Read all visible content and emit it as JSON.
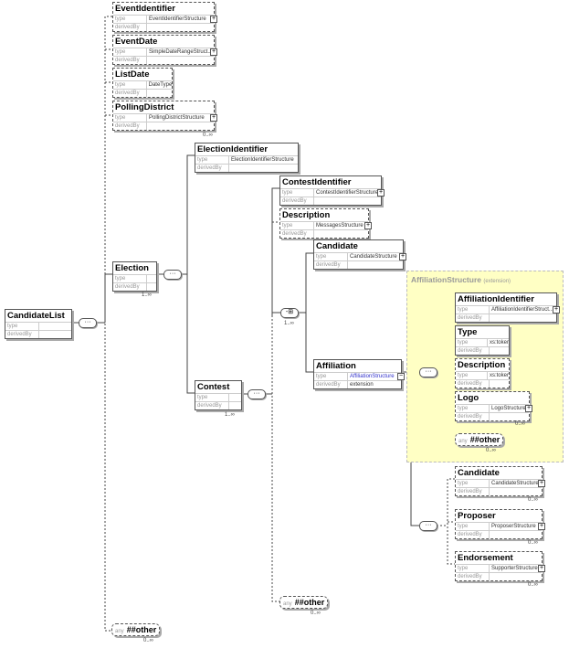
{
  "labels": {
    "type": "type",
    "derivedBy": "derivedBy",
    "any": "any"
  },
  "root": {
    "name": "CandidateList"
  },
  "event_identifier": {
    "name": "EventIdentifier",
    "type": "EventIdentifierStructure"
  },
  "event_date": {
    "name": "EventDate",
    "type": "SimpleDateRangeStruct..."
  },
  "list_date": {
    "name": "ListDate",
    "type": "DateType"
  },
  "polling_district": {
    "name": "PollingDistrict",
    "type": "PollingDistrictStructure",
    "occurs": "0..∞"
  },
  "election": {
    "name": "Election",
    "occurs": "1..∞"
  },
  "election_identifier": {
    "name": "ElectionIdentifier",
    "type": "ElectionIdentifierStructure"
  },
  "contest": {
    "name": "Contest",
    "occurs": "1..∞"
  },
  "contest_identifier": {
    "name": "ContestIdentifier",
    "type": "ContestIdentifierStructure"
  },
  "contest_description": {
    "name": "Description",
    "type": "MessagesStructure"
  },
  "choice": {
    "occurs": "1..∞"
  },
  "candidate": {
    "name": "Candidate",
    "type": "CandidateStructure"
  },
  "affiliation": {
    "name": "Affiliation",
    "type": "AffiliationStructure",
    "derivedBy": "extension"
  },
  "affiliation_structure": {
    "title": "AffiliationStructure",
    "note": "(extension)",
    "identifier": {
      "name": "AffiliationIdentifier",
      "type": "AffiliationIdentifierStruct..."
    },
    "type_el": {
      "name": "Type",
      "type": "xs:token"
    },
    "description": {
      "name": "Description",
      "type": "xs:token"
    },
    "logo": {
      "name": "Logo",
      "type": "LogoStructure",
      "occurs": "0..∞"
    },
    "other": {
      "name": "##other",
      "occurs": "0..∞"
    }
  },
  "aff_candidate": {
    "name": "Candidate",
    "type": "CandidateStructure",
    "occurs": "0..∞"
  },
  "proposer": {
    "name": "Proposer",
    "type": "ProposerStructure",
    "occurs": "0..∞"
  },
  "endorsement": {
    "name": "Endorsement",
    "type": "SupporterStructure",
    "occurs": "0..∞"
  },
  "contest_other": {
    "name": "##other",
    "occurs": "0..∞"
  },
  "root_other": {
    "name": "##other",
    "occurs": "0..∞"
  },
  "colors": {
    "group_fill": "#ffffc4",
    "link": "#3333cc"
  }
}
